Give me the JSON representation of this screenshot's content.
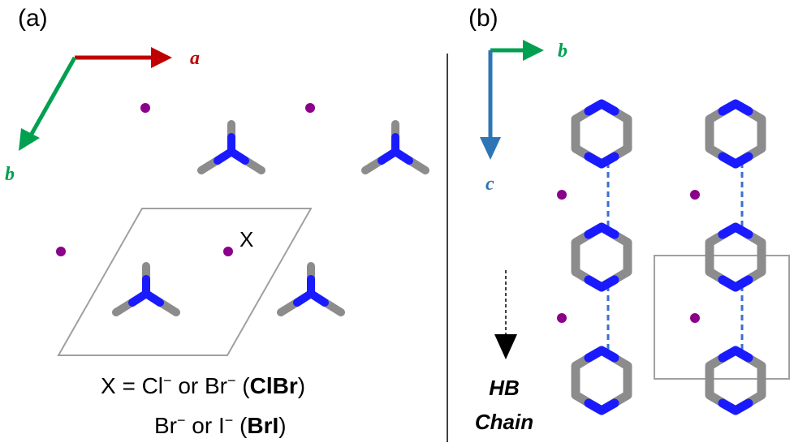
{
  "panels": {
    "a": {
      "label": "(a)",
      "axes": {
        "a_label": "a",
        "b_label": "b",
        "a_color": "#c00000",
        "b_color": "#00a050"
      },
      "site_label": "X",
      "caption_line1_prefix": "X = Cl",
      "caption_line1_sup1": "−",
      "caption_line1_mid": " or Br",
      "caption_line1_sup2": "−",
      "caption_line1_open": " (",
      "caption_line1_bold": "ClBr",
      "caption_line1_close": ")",
      "caption_line2_prefix": "Br",
      "caption_line2_sup1": "−",
      "caption_line2_mid": " or I",
      "caption_line2_sup2": "−",
      "caption_line2_open": " (",
      "caption_line2_bold": "BrI",
      "caption_line2_close": ")"
    },
    "b": {
      "label": "(b)",
      "axes": {
        "b_label": "b",
        "c_label": "c",
        "b_color": "#00a050",
        "c_color": "#2e75b6"
      },
      "hb_line1": "HB",
      "hb_line2": "Chain"
    }
  },
  "colors": {
    "halide": "#8b008b",
    "nitrogen": "#1a1aff",
    "carbon": "#8c8c8c",
    "hbond": "#3a6fd0",
    "cell": "#a0a0a0"
  }
}
